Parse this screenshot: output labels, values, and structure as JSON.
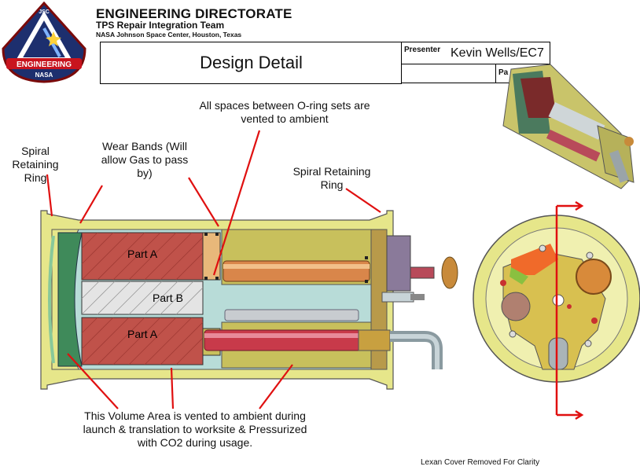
{
  "logo": {
    "top_text": "JSC",
    "band_text": "ENGINEERING",
    "bottom_text": "NASA"
  },
  "header": {
    "directorate": "ENGINEERING DIRECTORATE",
    "team": "TPS Repair Integration Team",
    "location": "NASA Johnson Space Center, Houston, Texas"
  },
  "title_block": {
    "title": "Design Detail",
    "presenter_label": "Presenter",
    "presenter_name": "Kevin Wells/EC7",
    "page_label": "Pa"
  },
  "callouts": {
    "spiral_left": "Spiral Retaining Ring",
    "wear_bands": "Wear Bands (Will allow Gas to pass by)",
    "o_ring": "All spaces between O-ring sets are vented to ambient",
    "spiral_right": "Spiral Retaining Ring",
    "volume": "This Volume Area is vented to ambient during launch & translation to worksite & Pressurized with CO2 during usage."
  },
  "parts": {
    "part_a_top": "Part A",
    "part_b": "Part B",
    "part_a_bottom": "Part A"
  },
  "footer": {
    "note": "Lexan Cover Removed For Clarity"
  },
  "colors": {
    "callout_line": "#e01010",
    "housing": "#e6e68a",
    "part_a": "#c0524a",
    "part_b": "#e4e4e4",
    "interior": "#b8dcd8",
    "copper": "#d9864a",
    "piston_green": "#3f8a5a"
  }
}
